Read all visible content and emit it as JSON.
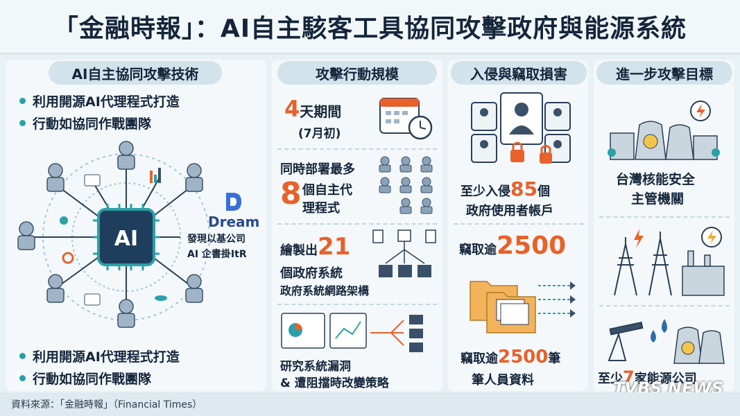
{
  "title": "「金融時報」：AI自主駭客工具協同攻擊政府與能源系統",
  "columns": {
    "c1": "AI自主協同攻擊技術",
    "c2": "攻擊行動規模",
    "c3": "入侵與竊取損害",
    "c4": "進一步攻擊目標"
  },
  "col1": {
    "bullets_top": [
      "利用開源AI代理程式打造",
      "行動如協同作戰團隊"
    ],
    "bullets_bottom": [
      "利用開源AI代理程式打造",
      "行動如協同作戰團隊"
    ],
    "ai_label": "AI",
    "dream_brand": "Dream",
    "dream_line1": "發現以基公司",
    "dream_line2": "AI 企書掛ItR"
  },
  "col2": {
    "s1_num": "4",
    "s1_text": "天期間",
    "s1_sub": "(7月初)",
    "s2_line1": "同時部署最多",
    "s2_num": "8",
    "s2_line2": "個自主代",
    "s2_line3": "理程式",
    "s3_prefix": "繪製出",
    "s3_num": "21",
    "s3_line2": "個政府系統",
    "s3_line3": "政府系統網路架構",
    "s4_line1": "研究系統漏洞",
    "s4_line2": "& 遭阻擋時改變策略"
  },
  "col3": {
    "s1_prefix": "至少入侵",
    "s1_num": "85",
    "s1_suffix": "個",
    "s1_line2": "政府使用者帳戶",
    "s2_prefix": "竊取逾",
    "s2_num": "2500",
    "s3_prefix": "竊取逾",
    "s3_num": "2500",
    "s3_suffix": "筆",
    "s3_line2": "筆人員資料"
  },
  "col4": {
    "t1_line1": "台灣核能安全",
    "t1_line2": "主管機關",
    "t2_prefix": "至少",
    "t2_num": "7",
    "t2_suffix": "家能源公司"
  },
  "footer": "資料來源：「金融時報」（Financial Times）",
  "watermark": "TVBS NEWS",
  "colors": {
    "accent": "#e8612b",
    "teal": "#2aa0a8",
    "navy": "#14253b"
  }
}
